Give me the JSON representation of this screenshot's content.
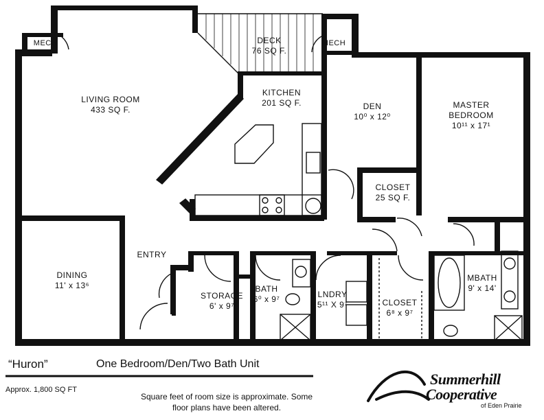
{
  "rooms": {
    "mech_left": {
      "name": "MECH"
    },
    "mech_right": {
      "name": "MECH"
    },
    "deck": {
      "name": "DECK",
      "size": "76 SQ F."
    },
    "living": {
      "name": "LIVING ROOM",
      "size": "433 SQ F."
    },
    "kitchen": {
      "name": "KITCHEN",
      "size": "201 SQ F."
    },
    "den": {
      "name": "DEN",
      "size": "10⁰ x 12⁰"
    },
    "master": {
      "name1": "MASTER",
      "name2": "BEDROOM",
      "size": "10¹¹ x 17¹"
    },
    "closet_top": {
      "name": "CLOSET",
      "size": "25 SQ F."
    },
    "entry": {
      "name": "ENTRY"
    },
    "dining": {
      "name": "DINING",
      "size": "11' x 13⁶"
    },
    "storage": {
      "name": "STORAGE",
      "size": "6' x 9⁷"
    },
    "bath": {
      "name": "BATH",
      "size": "6⁰ x 9⁷"
    },
    "laundry": {
      "name": "LNDRY",
      "size": "5¹¹ X 9⁷"
    },
    "closet_bottom": {
      "name": "CLOSET",
      "size": "6⁸ x 9⁷"
    },
    "mbath": {
      "name": "MBATH",
      "size": "9' x 14'"
    }
  },
  "caption": {
    "unit_name": "“Huron”",
    "unit_type": "One Bedroom/Den/Two Bath Unit",
    "approx": "Approx. 1,800 SQ FT",
    "note_line1": "Square feet of room size is approximate. Some",
    "note_line2": "floor plans have been altered."
  },
  "logo": {
    "line1": "Summerhill",
    "line2": "Cooperative",
    "line3": "of Eden Prairie"
  }
}
